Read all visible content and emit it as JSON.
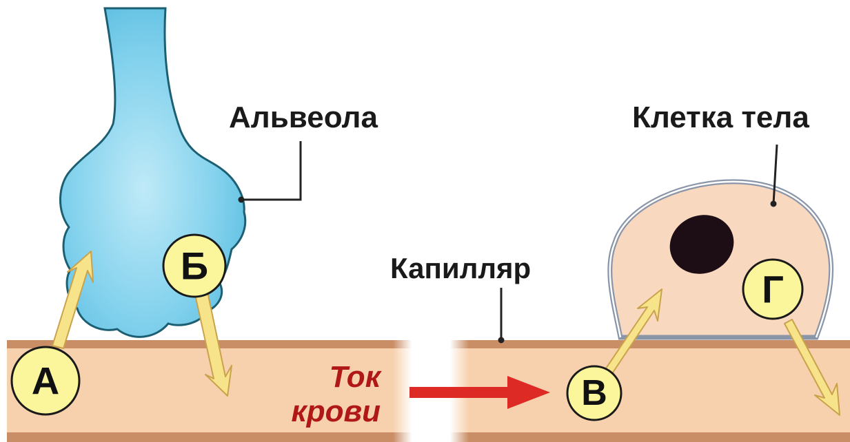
{
  "labels": {
    "alveola": "Альвеола",
    "body_cell": "Клетка тела",
    "capillary": "Капилляр",
    "flow_line1": "Ток",
    "flow_line2": "крови"
  },
  "markers": {
    "a": "А",
    "b": "Б",
    "v": "В",
    "g": "Г"
  },
  "colors": {
    "alveolus": "#66c6e8",
    "alveolus_edge": "#1c5f72",
    "capillary": "#f7d1ad",
    "capillary_edge": "#c98e66",
    "cell": "#f9d8c0",
    "nucleus": "#1d0d15",
    "marker_fill": "#fbf69c",
    "arrow_fill": "#f7e48a",
    "flow_arrow": "#de2a25",
    "flow_text": "#b01818"
  }
}
